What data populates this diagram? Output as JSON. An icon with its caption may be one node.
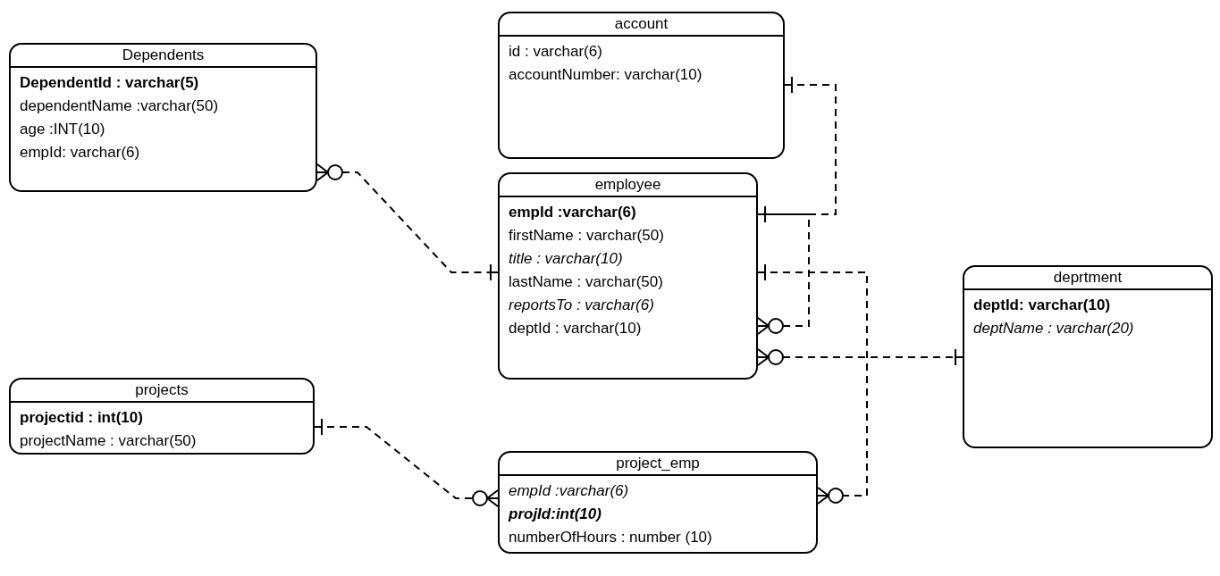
{
  "diagram": {
    "nodes": [
      {
        "text": [
          "Dependents",
          "DependentId : varchar(5)",
          "dependentName :varchar(50)",
          "age :INT(10)",
          "empId: varchar(6)"
        ]
      },
      {
        "text": [
          "account",
          "id : varchar(6)",
          "accountNumber: varchar(10)"
        ]
      },
      {
        "text": [
          "employee",
          "empId :varchar(6)",
          "firstName : varchar(50)",
          "title : varchar(10)",
          "lastName : varchar(50)",
          "reportsTo : varchar(6)",
          "deptId : varchar(10)"
        ]
      },
      {
        "text": [
          "deprtment",
          "deptId: varchar(10)",
          "deptName : varchar(20)"
        ]
      },
      {
        "text": [
          "projects",
          "projectid : int(10)",
          "projectName : varchar(50)"
        ]
      },
      {
        "text": [
          "project_emp",
          "empId :varchar(6)",
          "projId:int(10)",
          "numberOfHours : number (10)"
        ]
      }
    ],
    "edges": [
      {
        "from": 0,
        "to": 2,
        "arrow": "other",
        "style": "dashed"
      },
      {
        "from": 1,
        "to": 2,
        "arrow": "other",
        "style": "dashed"
      },
      {
        "from": 2,
        "to": 2,
        "arrow": "other",
        "style": "dashed"
      },
      {
        "from": 2,
        "to": 3,
        "arrow": "other",
        "style": "dashed"
      },
      {
        "from": 2,
        "to": 5,
        "arrow": "other",
        "style": "dashed"
      },
      {
        "from": 4,
        "to": 5,
        "arrow": "other",
        "style": "dashed"
      }
    ]
  }
}
